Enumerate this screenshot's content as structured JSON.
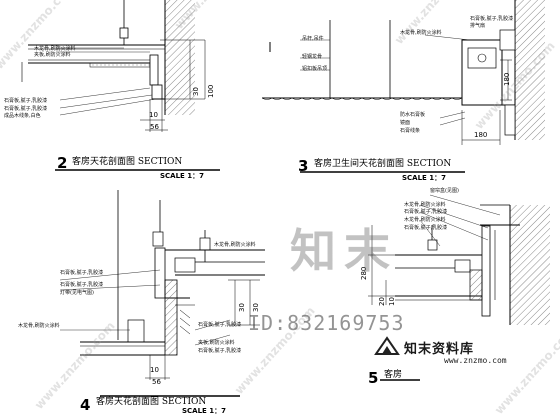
{
  "watermark": {
    "site_diag": "www.znzmo.com",
    "big": "知末",
    "id_label": "ID:",
    "id_number": "832169753",
    "logo_text": "知末资料库",
    "logo_url": "www.znzmo.com"
  },
  "detail2": {
    "number": "2",
    "title": "客房天花剖面图 SECTION",
    "scale": "SCALE 1：7",
    "labels": [
      "木龙骨,刷防火涂料",
      "夹板,刷防火涂料",
      "石膏板,腻子,乳胶漆",
      "石膏板,腻子,乳胶漆",
      "成品木线条,白色"
    ],
    "dims": {
      "d1": "30",
      "d2": "100",
      "d3": "10",
      "d4": "56"
    }
  },
  "detail3": {
    "number": "3",
    "title": "客房卫生间天花剖面图 SECTION",
    "scale": "SCALE 1：7",
    "labels": [
      "吊杆,吊件",
      "轻钢龙骨",
      "铝扣板吊顶",
      "木龙骨,刷防火涂料",
      "石膏板,腻子,乳胶漆",
      "排气扇",
      "防水石膏板",
      "镜面",
      "石膏线条"
    ],
    "dims": {
      "d1": "180",
      "d2": "180"
    }
  },
  "detail4": {
    "number": "4",
    "title": "客房天花剖面图 SECTION",
    "scale": "SCALE 1：7",
    "labels": [
      "木龙骨,刷防火涂料",
      "石膏板,腻子,乳胶漆",
      "石膏板,腻子,乳胶漆",
      "灯带(见电气图)",
      "木龙骨,刷防火涂料",
      "石膏板,腻子,乳胶漆",
      "夹板,刷防火涂料",
      "石膏板,腻子,乳胶漆"
    ],
    "dims": {
      "d1": "30",
      "d2": "30",
      "d3": "10",
      "d4": "56"
    }
  },
  "detail5": {
    "number": "5",
    "title": "客房",
    "labels": [
      "窗帘盒(见图)",
      "木龙骨,刷防火涂料",
      "石膏板,腻子,乳胶漆",
      "木龙骨,刷防火涂料",
      "石膏板,腻子,乳胶漆"
    ],
    "dims": {
      "d1": "280",
      "d2": "20",
      "d3": "10"
    }
  }
}
